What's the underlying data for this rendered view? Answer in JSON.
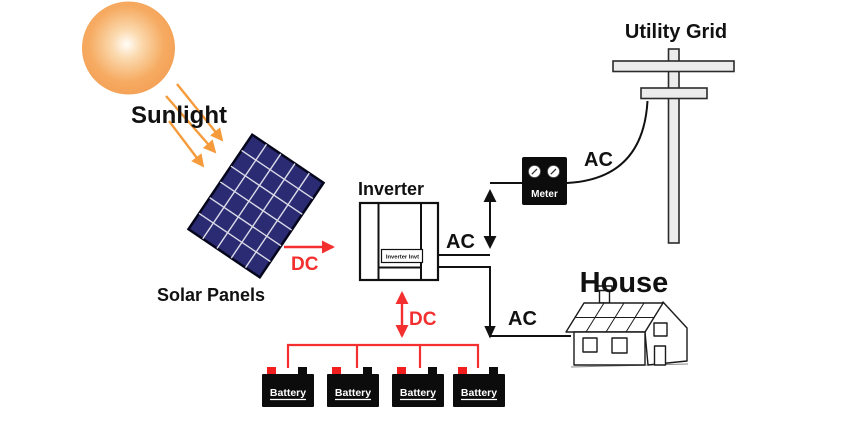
{
  "colors": {
    "wire_red": "#f42f2f",
    "arrow_orange": "#f59b3c",
    "sun_orange": "#f4a156",
    "panel_navy": "#2b2b73",
    "line_black": "#111111",
    "device_black": "#0c0c0c",
    "pole_gray": "#ececec"
  },
  "sun": {
    "label": "Sunlight"
  },
  "solar_panel": {
    "label": "Solar Panels",
    "dc_label": "DC"
  },
  "inverter": {
    "label": "Inverter",
    "unit_label": "Inverter Invt",
    "ac_label": "AC",
    "dc_label": "DC"
  },
  "meter": {
    "label": "Meter",
    "ac_label": "AC"
  },
  "utility_grid": {
    "label": "Utility Grid"
  },
  "house": {
    "label": "House",
    "ac_label": "AC"
  },
  "batteries": {
    "items": [
      "Battery",
      "Battery",
      "Battery",
      "Battery"
    ]
  }
}
